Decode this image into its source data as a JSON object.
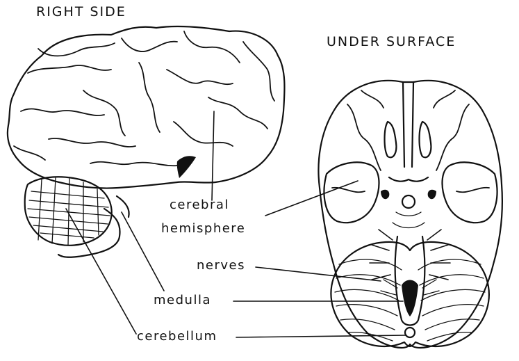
{
  "views": {
    "side_title": "RIGHT SIDE",
    "under_title": "UNDER SURFACE"
  },
  "labels": {
    "cerebral_line1": "cerebral",
    "cerebral_line2": "hemisphere",
    "nerves": "nerves",
    "medulla": "medulla",
    "cerebellum": "cerebellum"
  },
  "colors": {
    "ink": "#111111",
    "paper": "#ffffff"
  }
}
